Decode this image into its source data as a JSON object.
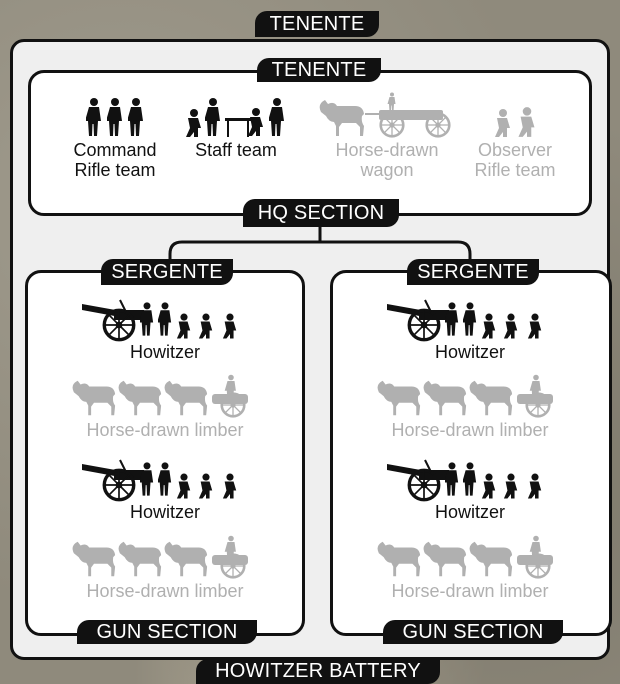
{
  "battery_label": "HOWITZER BATTERY",
  "top_label": "TENENTE",
  "hq": {
    "command_label": "TENENTE",
    "section_label": "HQ SECTION",
    "units": [
      {
        "label": "Command\nRifle team",
        "state": "active",
        "icon": "command-rifle-team-icon"
      },
      {
        "label": "Staff team",
        "state": "active",
        "icon": "staff-team-icon"
      },
      {
        "label": "Horse-drawn\nwagon",
        "state": "optional",
        "icon": "horse-drawn-wagon-icon"
      },
      {
        "label": "Observer\nRifle team",
        "state": "optional",
        "icon": "observer-rifle-team-icon"
      }
    ]
  },
  "gun_sections": [
    {
      "command_label": "SERGENTE",
      "section_label": "GUN SECTION",
      "units": [
        {
          "label": "Howitzer",
          "state": "active",
          "icon": "howitzer-icon"
        },
        {
          "label": "Horse-drawn limber",
          "state": "optional",
          "icon": "horse-drawn-limber-icon"
        },
        {
          "label": "Howitzer",
          "state": "active",
          "icon": "howitzer-icon"
        },
        {
          "label": "Horse-drawn limber",
          "state": "optional",
          "icon": "horse-drawn-limber-icon"
        }
      ]
    },
    {
      "command_label": "SERGENTE",
      "section_label": "GUN SECTION",
      "units": [
        {
          "label": "Howitzer",
          "state": "active",
          "icon": "howitzer-icon"
        },
        {
          "label": "Horse-drawn limber",
          "state": "optional",
          "icon": "horse-drawn-limber-icon"
        },
        {
          "label": "Howitzer",
          "state": "active",
          "icon": "howitzer-icon"
        },
        {
          "label": "Horse-drawn limber",
          "state": "optional",
          "icon": "horse-drawn-limber-icon"
        }
      ]
    }
  ],
  "colors": {
    "active": "#111111",
    "optional": "#b0b0b0",
    "tag": "#111111"
  }
}
